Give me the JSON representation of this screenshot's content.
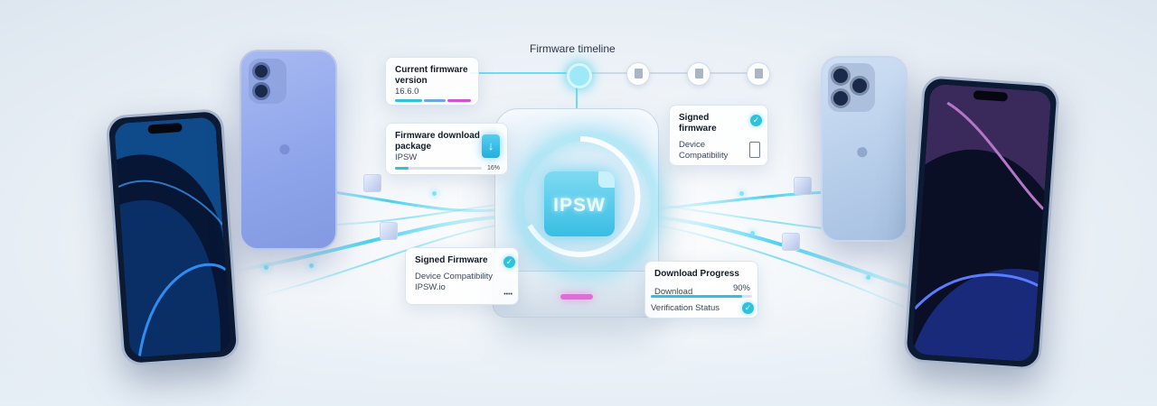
{
  "timeline": {
    "title": "Firmware timeline"
  },
  "current_firmware": {
    "title": "Current firmware version",
    "version": "16.6.0"
  },
  "download_package": {
    "title": "Firmware download package",
    "type": "IPSW",
    "percent_label": "16%",
    "progress": 0.16
  },
  "signed_top": {
    "title": "Signed firmware",
    "compat": "Device Compatibility"
  },
  "center_file": {
    "label": "IPSW"
  },
  "signed_card": {
    "title": "Signed Firmware",
    "compat": "Device Compatibility",
    "source": "IPSW.io",
    "dots": "••••"
  },
  "download_progress": {
    "title": "Download Progress",
    "download_label": "Download",
    "percent_label": "90%",
    "progress": 0.9,
    "verification_label": "Verification Status"
  },
  "colors": {
    "accent": "#2ec3dd",
    "magenta": "#d84fd4",
    "glow": "#4fd6f2"
  }
}
